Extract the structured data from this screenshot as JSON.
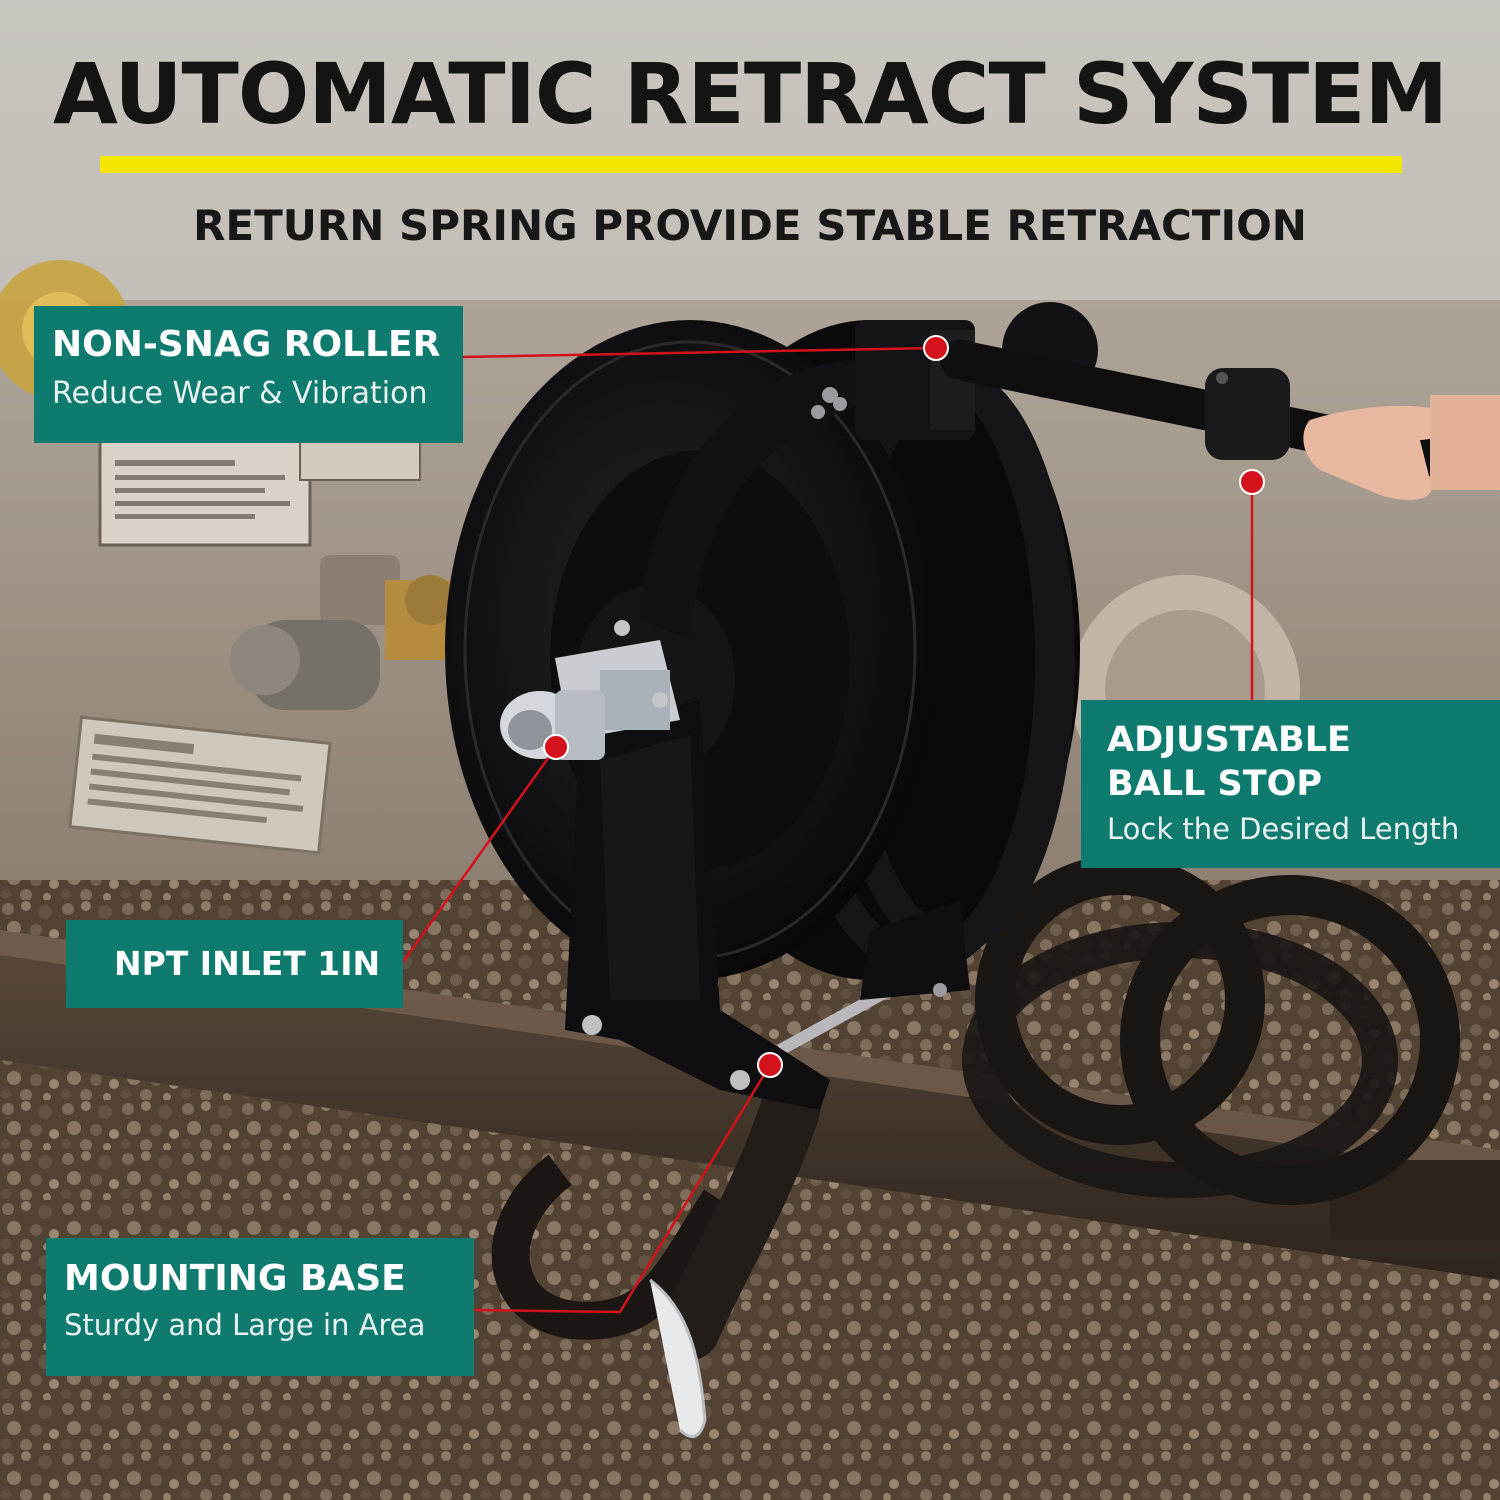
{
  "header": {
    "title": "AUTOMATIC RETRACT SYSTEM",
    "subtitle": "RETURN SPRING PROVIDE STABLE RETRACTION"
  },
  "callouts": {
    "roller": {
      "heading": "NON-SNAG ROLLER",
      "description": "Reduce Wear & Vibration"
    },
    "inlet": {
      "heading": "NPT INLET 1IN"
    },
    "ball_stop": {
      "heading_line1": "ADJUSTABLE",
      "heading_line2": "BALL STOP",
      "description": "Lock the Desired Length"
    },
    "base": {
      "heading": "MOUNTING BASE",
      "description": "Sturdy and Large in Area"
    }
  },
  "colors": {
    "callout_bg": "#0f7a6e",
    "accent_yellow": "#f3e600",
    "leader_red": "#d3121b",
    "reel_black": "#0d0d0e"
  }
}
